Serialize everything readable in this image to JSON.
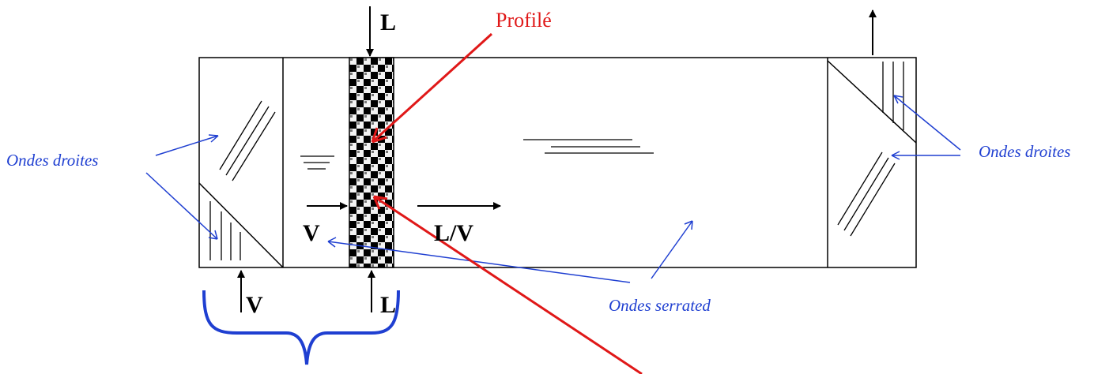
{
  "labels": {
    "profile": "Profilé",
    "waves_left": "Ondes droites",
    "waves_right": "Ondes droites",
    "waves_serrated": "Ondes serrated",
    "L_top": "L",
    "L_bottom": "L",
    "V_bottom_left": "V",
    "V_inside": "V",
    "L_over_V": "L/V"
  },
  "colors": {
    "annotation_blue": "#1f3fd1",
    "annotation_red": "#e01818",
    "outline": "#000000"
  }
}
